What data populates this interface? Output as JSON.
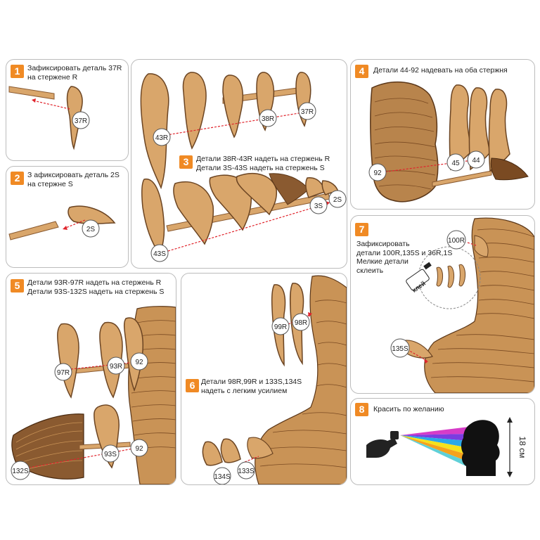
{
  "steps": [
    {
      "num": "1",
      "lines": [
        "Зафиксировать деталь 37R",
        "на стержене R"
      ],
      "labels": [
        "37R"
      ]
    },
    {
      "num": "2",
      "lines": [
        "З афиксировать деталь 2S",
        "на стержне S"
      ],
      "labels": [
        "2S"
      ]
    },
    {
      "num": "3",
      "lines": [
        "Детали 38R-43R надеть на стержень R",
        "Детали 3S-43S надеть на стержень S"
      ],
      "labels": [
        "43R",
        "38R",
        "37R",
        "43S",
        "3S",
        "2S"
      ]
    },
    {
      "num": "4",
      "lines": [
        "Детали 44-92 надевать на оба стержня"
      ],
      "labels": [
        "92",
        "45",
        "44"
      ]
    },
    {
      "num": "5",
      "lines": [
        "Детали 93R-97R надеть на стержень R",
        "Детали 93S-132S надеть на стержень S"
      ],
      "labels": [
        "97R",
        "93R",
        "92",
        "132S",
        "93S",
        "92"
      ]
    },
    {
      "num": "6",
      "lines": [
        "Детали 98R,99R и 133S,134S",
        "надеть с легким усилием"
      ],
      "labels": [
        "99R",
        "98R",
        "134S",
        "133S"
      ]
    },
    {
      "num": "7",
      "lines": [
        "Зафиксировать",
        "детали 100R,135S и 36R,1S",
        "Мелкие детали",
        "склеить"
      ],
      "labels": [
        "100R",
        "135S"
      ],
      "glue": "клей"
    },
    {
      "num": "8",
      "lines": [
        "Красить по желанию"
      ],
      "size": "18 см"
    }
  ],
  "colors": {
    "accent": "#f08a24",
    "cardboard": "#d9a66b",
    "cardboard_dark": "#8a5a30",
    "arrow": "#e0242c"
  }
}
